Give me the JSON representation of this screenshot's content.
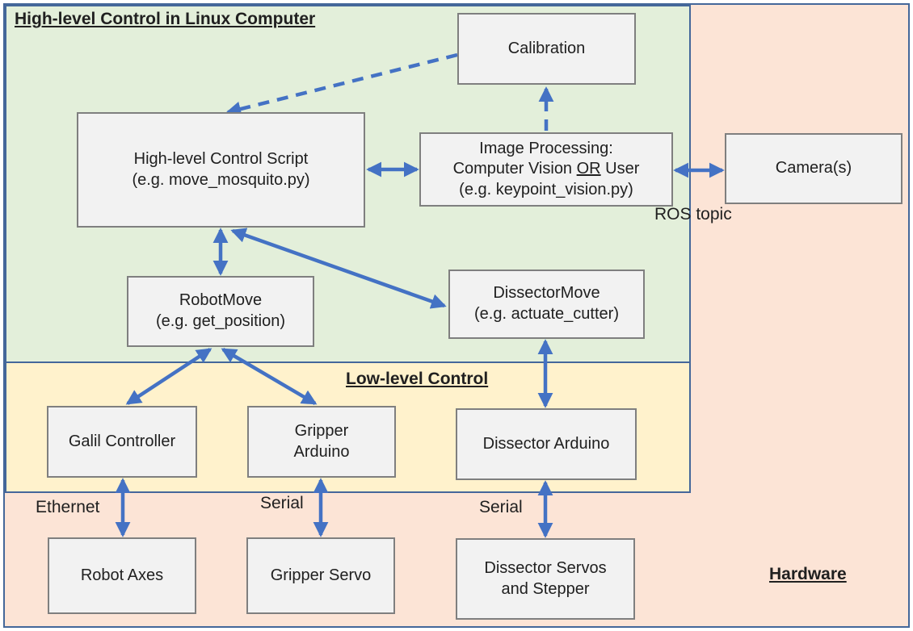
{
  "regions": {
    "high_level": {
      "label": "High-level Control in Linux Computer",
      "bg": "#e3efda"
    },
    "low_level": {
      "label": "Low-level Control",
      "bg": "#fff2cc"
    },
    "hardware": {
      "label": "Hardware",
      "bg": "#fce4d6"
    }
  },
  "nodes": {
    "calibration": {
      "line1": "Calibration"
    },
    "control_script": {
      "line1": "High-level Control Script",
      "line2": "(e.g. move_mosquito.py)"
    },
    "image_processing": {
      "line1": "Image Processing:",
      "line2_pre": "Computer Vision ",
      "line2_or": "OR",
      "line2_post": " User",
      "line3": "(e.g. keypoint_vision.py)"
    },
    "camera": {
      "line1": "Camera(s)"
    },
    "robot_move": {
      "line1": "RobotMove",
      "line2": "(e.g. get_position)"
    },
    "dissector_move": {
      "line1": "DissectorMove",
      "line2": "(e.g. actuate_cutter)"
    },
    "galil_controller": {
      "line1": "Galil Controller"
    },
    "gripper_arduino": {
      "line1": "Gripper",
      "line2": "Arduino"
    },
    "dissector_arduino": {
      "line1": "Dissector Arduino"
    },
    "robot_axes": {
      "line1": "Robot Axes"
    },
    "gripper_servo": {
      "line1": "Gripper Servo"
    },
    "dissector_servos": {
      "line1": "Dissector Servos",
      "line2": "and Stepper"
    }
  },
  "edge_labels": {
    "ros_topic": "ROS topic",
    "ethernet": "Ethernet",
    "serial_gripper": "Serial",
    "serial_dissector": "Serial"
  },
  "connections": [
    {
      "from": "calibration",
      "to": "control_script",
      "style": "dashed",
      "heads": "end"
    },
    {
      "from": "image_processing",
      "to": "calibration",
      "style": "dashed",
      "heads": "end"
    },
    {
      "from": "control_script",
      "to": "image_processing",
      "style": "solid",
      "heads": "both"
    },
    {
      "from": "image_processing",
      "to": "camera",
      "style": "solid",
      "heads": "both",
      "label": "ROS topic"
    },
    {
      "from": "control_script",
      "to": "robot_move",
      "style": "solid",
      "heads": "both"
    },
    {
      "from": "control_script",
      "to": "dissector_move",
      "style": "solid",
      "heads": "both"
    },
    {
      "from": "robot_move",
      "to": "galil_controller",
      "style": "solid",
      "heads": "both"
    },
    {
      "from": "robot_move",
      "to": "gripper_arduino",
      "style": "solid",
      "heads": "both"
    },
    {
      "from": "dissector_move",
      "to": "dissector_arduino",
      "style": "solid",
      "heads": "both"
    },
    {
      "from": "galil_controller",
      "to": "robot_axes",
      "style": "solid",
      "heads": "both",
      "label": "Ethernet"
    },
    {
      "from": "gripper_arduino",
      "to": "gripper_servo",
      "style": "solid",
      "heads": "both",
      "label": "Serial"
    },
    {
      "from": "dissector_arduino",
      "to": "dissector_servos",
      "style": "solid",
      "heads": "both",
      "label": "Serial"
    }
  ],
  "colors": {
    "arrow": "#4472c4",
    "region_border": "#44679a",
    "box_fill": "#f2f2f2",
    "box_border": "#7f7f7f",
    "green": "#e3efda",
    "yellow": "#fff2cc",
    "pink": "#fce4d6",
    "text": "#202020"
  }
}
